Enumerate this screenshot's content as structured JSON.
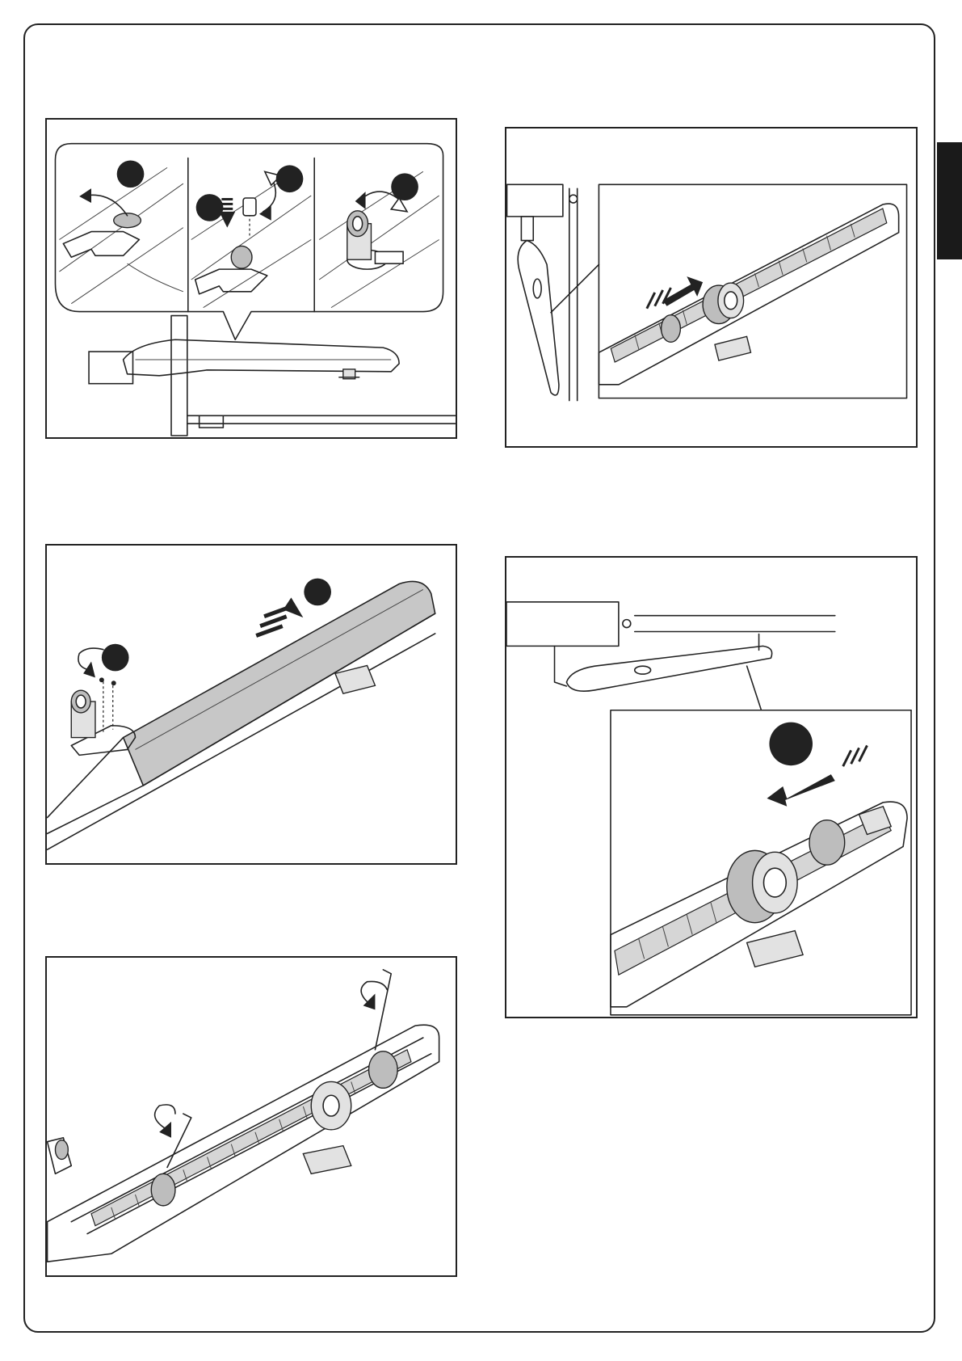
{
  "page": {
    "section_tab_color": "#1a1a1a",
    "frame_color": "#222222"
  },
  "figures": [
    {
      "id": "fig1",
      "icons": [
        "rotate-arrow-icon",
        "down-arrow-icon",
        "key-icon",
        "release-handle-icon"
      ],
      "callouts": 4
    },
    {
      "id": "fig2",
      "icons": [
        "rotate-arrow-icon",
        "screw-icon",
        "lift-arrow-icon"
      ],
      "callouts": 2
    },
    {
      "id": "fig3",
      "icons": [
        "allen-key-icon",
        "rotate-arrow-icon"
      ],
      "callouts": 0
    },
    {
      "id": "fig4",
      "icons": [
        "push-arrow-icon"
      ],
      "callouts": 0
    },
    {
      "id": "fig5",
      "icons": [
        "push-arrow-icon"
      ],
      "callouts": 1
    }
  ]
}
